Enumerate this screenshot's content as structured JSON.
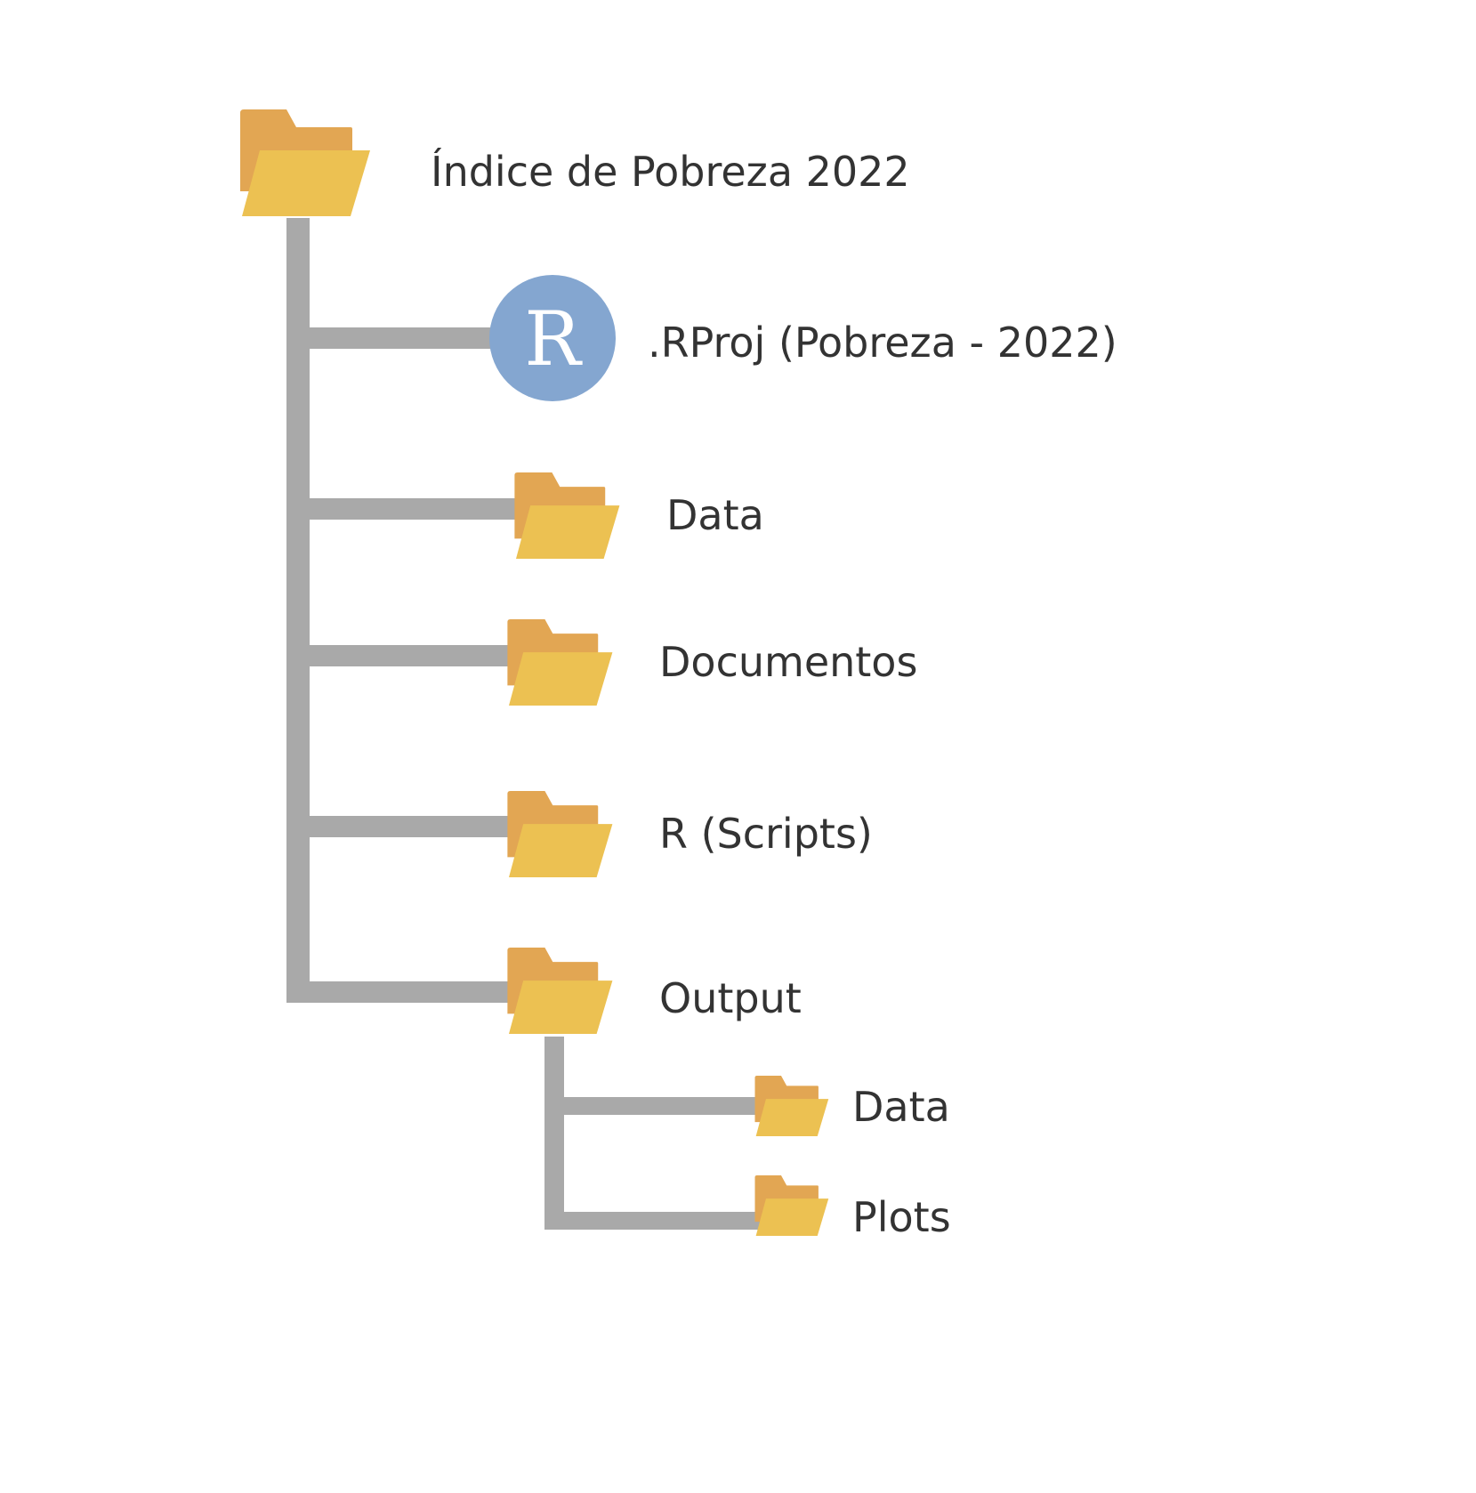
{
  "colors": {
    "folder_back": "#e2a653",
    "folder_front": "#ecc152",
    "rproj_circle": "#84a6d0",
    "connector": "#a9a9a9",
    "text": "#333333"
  },
  "tree": {
    "root": {
      "label": "Índice de Pobreza 2022",
      "icon": "folder-icon"
    },
    "rproj": {
      "label": ".RProj (Pobreza - 2022)",
      "icon": "r-project-icon",
      "letter": "R"
    },
    "data": {
      "label": "Data",
      "icon": "folder-icon"
    },
    "documentos": {
      "label": "Documentos",
      "icon": "folder-icon"
    },
    "scripts": {
      "label": "R (Scripts)",
      "icon": "folder-icon"
    },
    "output": {
      "label": "Output",
      "icon": "folder-icon",
      "children": {
        "data": {
          "label": "Data",
          "icon": "folder-icon"
        },
        "plots": {
          "label": "Plots",
          "icon": "folder-icon"
        }
      }
    }
  }
}
